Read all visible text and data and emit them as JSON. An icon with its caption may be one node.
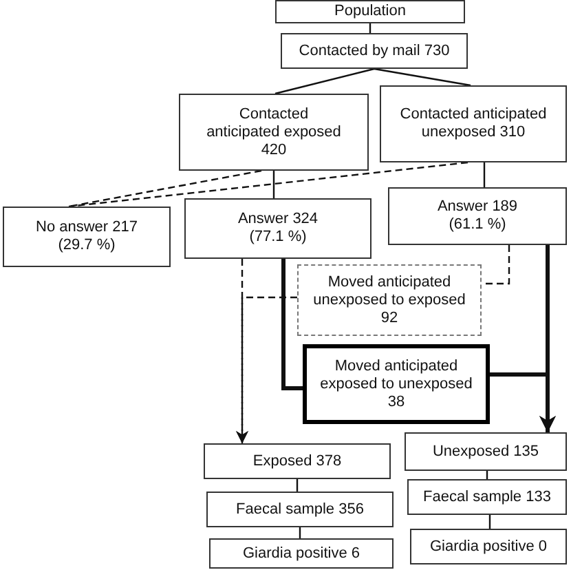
{
  "diagram": {
    "nodes": [
      {
        "text": [
          "Population"
        ]
      },
      {
        "text": [
          "Contacted by mail 730"
        ]
      },
      {
        "text": [
          "Contacted anticipated exposed 420"
        ]
      },
      {
        "text": [
          "Contacted anticipated unexposed 310"
        ]
      },
      {
        "text": [
          "No answer 217 (29.7 %)"
        ]
      },
      {
        "text": [
          "Answer 324 (77.1 %)"
        ]
      },
      {
        "text": [
          "Answer 189 (61.1 %)"
        ]
      },
      {
        "text": [
          "Moved anticipated unexposed to exposed 92"
        ]
      },
      {
        "text": [
          "Moved anticipated exposed to unexposed 38"
        ]
      },
      {
        "text": [
          "Exposed 378"
        ]
      },
      {
        "text": [
          "Unexposed 135"
        ]
      },
      {
        "text": [
          "Faecal sample 356"
        ]
      },
      {
        "text": [
          "Faecal sample 133"
        ]
      },
      {
        "text": [
          "Giardia positive 6"
        ]
      },
      {
        "text": [
          "Giardia positive 0"
        ]
      }
    ],
    "edges": [
      {
        "from": 0,
        "to": 1,
        "arrow": "none"
      },
      {
        "from": 1,
        "to": 2,
        "arrow": "none"
      },
      {
        "from": 1,
        "to": 3,
        "arrow": "none"
      },
      {
        "from": 2,
        "to": 4,
        "arrow": "none",
        "style": "dashed"
      },
      {
        "from": 3,
        "to": 4,
        "arrow": "none",
        "style": "dashed"
      },
      {
        "from": 2,
        "to": 5,
        "arrow": "none"
      },
      {
        "from": 3,
        "to": 6,
        "arrow": "none"
      },
      {
        "from": 5,
        "to": 9,
        "arrow": "to",
        "style": "dashed"
      },
      {
        "from": 6,
        "to": 7,
        "arrow": "none",
        "style": "dashed"
      },
      {
        "from": 7,
        "to": 9,
        "arrow": "to",
        "style": "dashed"
      },
      {
        "from": 5,
        "to": 8,
        "arrow": "none",
        "style": "thick"
      },
      {
        "from": 8,
        "to": 10,
        "arrow": "to",
        "style": "thick"
      },
      {
        "from": 6,
        "to": 10,
        "arrow": "to",
        "style": "thick"
      },
      {
        "from": 9,
        "to": 11,
        "arrow": "none"
      },
      {
        "from": 11,
        "to": 13,
        "arrow": "none"
      },
      {
        "from": 10,
        "to": 12,
        "arrow": "none"
      },
      {
        "from": 12,
        "to": 14,
        "arrow": "none"
      }
    ]
  }
}
